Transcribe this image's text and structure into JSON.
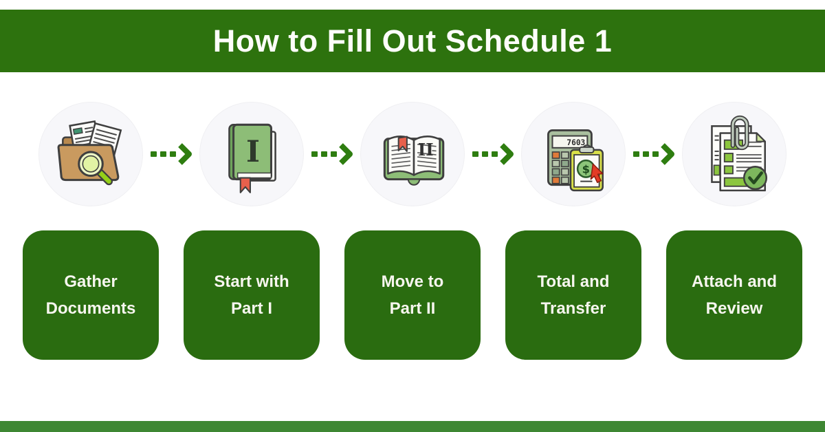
{
  "header": {
    "title": "How to Fill Out Schedule 1",
    "bg_color": "#2d720e"
  },
  "footer": {
    "bg_color": "#3e8733"
  },
  "colors": {
    "step_box_green": "#2a6c10",
    "arrow_green": "#2e7d10",
    "icon_circle_bg": "#f7f7fa",
    "accent_red": "#e8604c",
    "accent_tan": "#c99a5f",
    "accent_leaf": "#8dbd77",
    "accent_bright_green": "#8cc63f"
  },
  "steps": [
    {
      "icon": "folder-search-icon",
      "label_line1": "Gather",
      "label_line2": "Documents"
    },
    {
      "icon": "book-part-one-icon",
      "label_line1": "Start with",
      "label_line2": "Part I",
      "cover_label": "I"
    },
    {
      "icon": "open-book-part-two-icon",
      "label_line1": "Move to",
      "label_line2": "Part II",
      "page_label": "II"
    },
    {
      "icon": "calculator-clipboard-icon",
      "label_line1": "Total and",
      "label_line2": "Transfer",
      "display_value": "7603",
      "dollar_sign": "$"
    },
    {
      "icon": "documents-check-icon",
      "label_line1": "Attach and",
      "label_line2": "Review"
    }
  ]
}
